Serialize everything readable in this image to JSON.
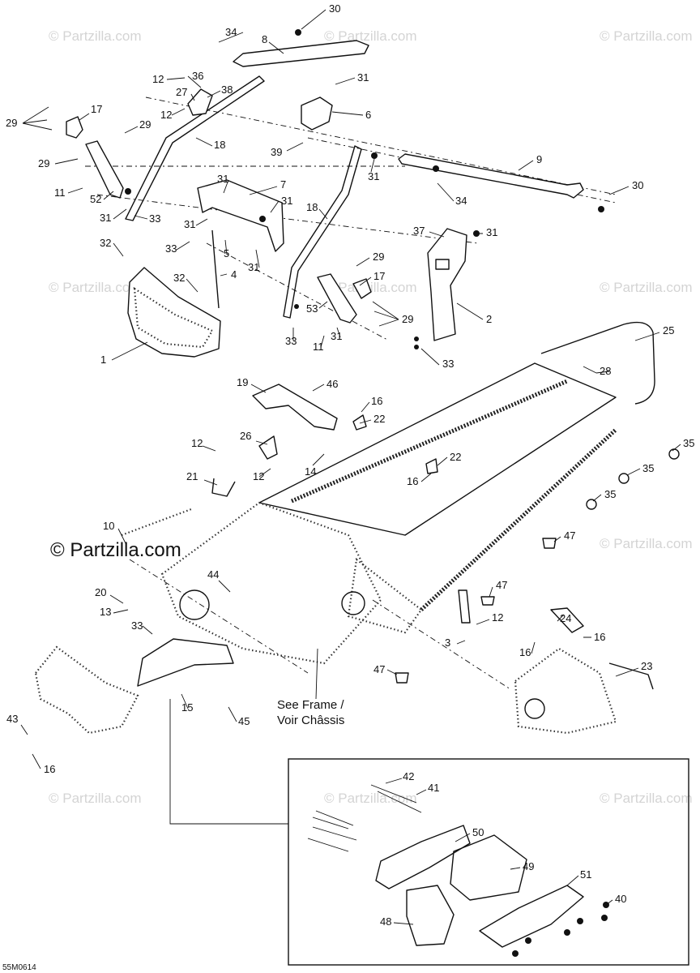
{
  "watermark": {
    "text": "© Partzilla.com",
    "bold_text": "© Partzilla.com"
  },
  "note": {
    "line1": "See Frame /",
    "line2": "Voir Châssis"
  },
  "drawing_code": "55M0614",
  "callouts": {
    "c30a": "30",
    "c34a": "34",
    "c8": "8",
    "c36": "36",
    "c12a": "12",
    "c38": "38",
    "c27": "27",
    "c12b": "12",
    "c31a": "31",
    "c6": "6",
    "c17a": "17",
    "c29a": "29",
    "c29b": "29",
    "c18a": "18",
    "c39": "39",
    "c31b": "31",
    "c9": "9",
    "c29c": "29",
    "c11a": "11",
    "c52": "52",
    "c31c": "31",
    "c33a": "33",
    "c7": "7",
    "c31d": "31",
    "c31e": "31",
    "c34b": "34",
    "c30b": "30",
    "c18b": "18",
    "c37": "37",
    "c31f": "31",
    "c31g": "31",
    "c32a": "32",
    "c33b": "33",
    "c5": "5",
    "c31h": "31",
    "c29d": "29",
    "c4": "4",
    "c32b": "32",
    "c17b": "17",
    "c53": "53",
    "c29e": "29",
    "c2": "2",
    "c1": "1",
    "c33c": "33",
    "c11b": "11",
    "c31i": "31",
    "c33d": "33",
    "c25": "25",
    "c28": "28",
    "c19": "19",
    "c46": "46",
    "c16a": "16",
    "c22a": "22",
    "c26": "26",
    "c14": "14",
    "c12c": "12",
    "c12d": "12",
    "c21": "21",
    "c22b": "22",
    "c16b": "16",
    "c35a": "35",
    "c35b": "35",
    "c35c": "35",
    "c10": "10",
    "c47a": "47",
    "c44": "44",
    "c47b": "47",
    "c20": "20",
    "c13": "13",
    "c33e": "33",
    "c12e": "12",
    "c3": "3",
    "c24": "24",
    "c16c": "16",
    "c16d": "16",
    "c23": "23",
    "c47c": "47",
    "c15": "15",
    "c45": "45",
    "c43": "43",
    "c16e": "16",
    "c42": "42",
    "c41": "41",
    "c50": "50",
    "c49": "49",
    "c51": "51",
    "c40": "40",
    "c48": "48"
  }
}
